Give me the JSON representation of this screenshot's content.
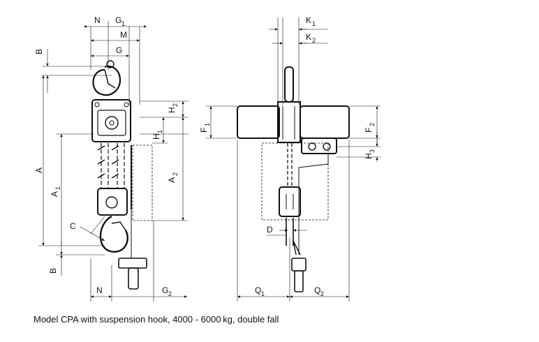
{
  "caption": "Model CPA with suspension hook, 4000 - 6000 kg, double fall",
  "labels": {
    "N_top": "N",
    "G1": "G",
    "G1_sub": "1",
    "M": "M",
    "G_top": "G",
    "B_top": "B",
    "H2": "H",
    "H2_sub": "2",
    "H1": "H",
    "H1_sub": "1",
    "A": "A",
    "A1": "A",
    "A1_sub": "1",
    "A2": "A",
    "A2_sub": "2",
    "C": "C",
    "B_bottom": "B",
    "N_bottom": "N",
    "G2": "G",
    "G2_sub": "2",
    "K1": "K",
    "K1_sub": "1",
    "K2": "K",
    "K2_sub": "2",
    "F1": "F",
    "F1_sub": "1",
    "F2": "F",
    "F2_sub": "2",
    "H3": "H",
    "H3_sub": "3",
    "D": "D",
    "Q1": "Q",
    "Q1_sub": "1",
    "Q2": "Q",
    "Q2_sub": "2"
  }
}
